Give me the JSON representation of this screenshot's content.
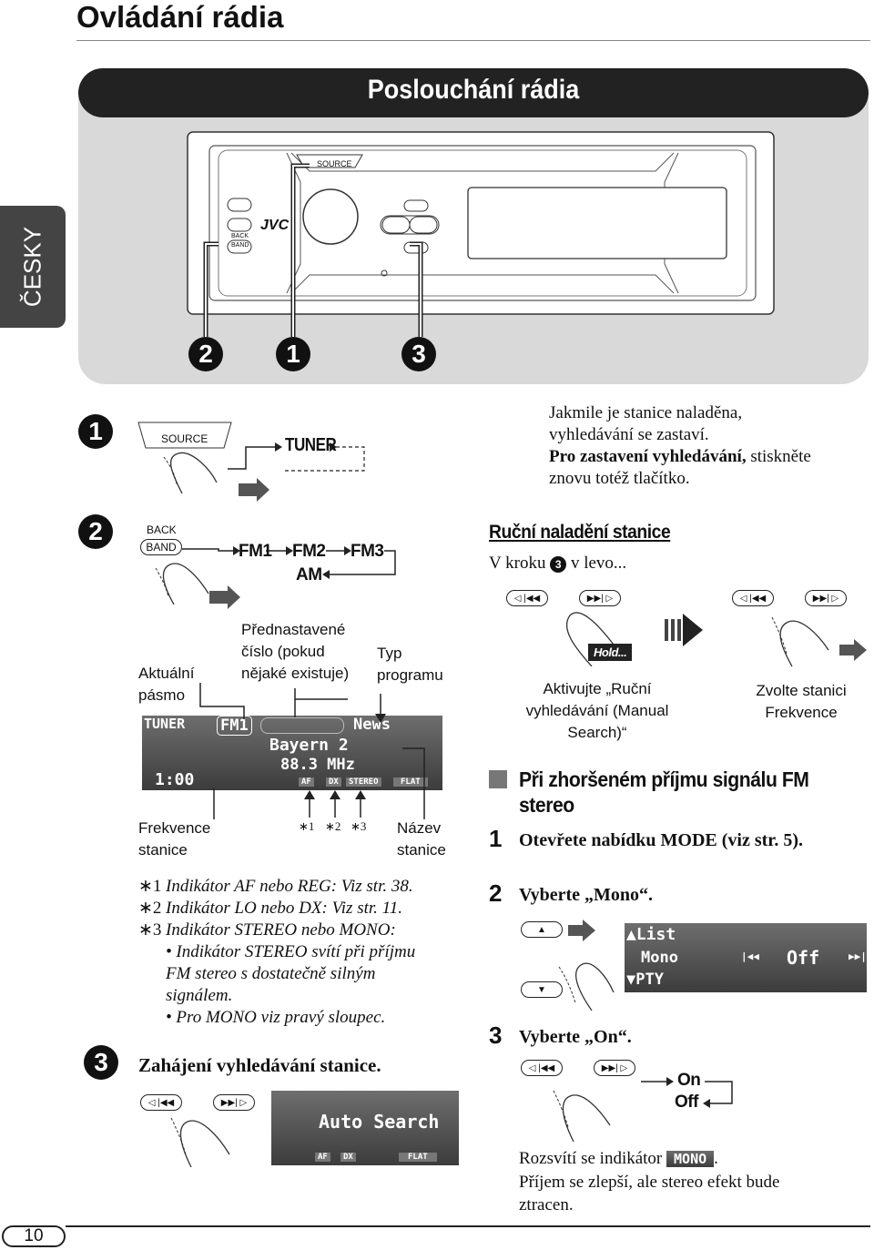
{
  "page": {
    "title": "Ovládání rádia",
    "number": "10",
    "language_tab": "ČESKY"
  },
  "banner": {
    "title": "Poslouchání rádia"
  },
  "device": {
    "source_label": "SOURCE",
    "back_label": "BACK",
    "band_label": "BAND",
    "brand": "JVC",
    "callouts": [
      "2",
      "1",
      "3"
    ]
  },
  "step1": {
    "number": "1",
    "source_label": "SOURCE",
    "tuner_label": "TUNER"
  },
  "step2": {
    "number": "2",
    "back_label": "BACK",
    "band_label": "BAND",
    "fm1": "FM1",
    "fm2": "FM2",
    "fm3": "FM3",
    "am": "AM"
  },
  "display": {
    "label_band": "Aktuální pásmo",
    "label_preset": "Přednastavené číslo (pokud nějaké existuje)",
    "label_pty": "Typ programu",
    "label_freq": "Frekvence stanice",
    "label_name": "Název stanice",
    "lcd_tuner": "TUNER",
    "lcd_band": "FM1",
    "lcd_pty": "News",
    "lcd_name": "Bayern 2",
    "lcd_freq": "88.3 MHz",
    "lcd_clock": "1:00",
    "lcd_af": "AF",
    "lcd_dx": "DX",
    "lcd_stereo": "STEREO",
    "lcd_flat": "FLAT",
    "marker1": "∗1",
    "marker2": "∗2",
    "marker3": "∗3"
  },
  "footnotes": [
    {
      "mark": "∗1",
      "text": "Indikátor AF nebo REG: Viz str. 38."
    },
    {
      "mark": "∗2",
      "text": "Indikátor LO nebo DX: Viz str. 11."
    },
    {
      "mark": "∗3",
      "text": "Indikátor STEREO nebo MONO:"
    }
  ],
  "footnote_bullets": [
    "• Indikátor STEREO svítí při příjmu FM stereo s dostatečně silným signálem.",
    "• Pro MONO viz pravý sloupec."
  ],
  "step3": {
    "number": "3",
    "heading": "Zahájení vyhledávání stanice.",
    "lcd_text": "Auto Search",
    "lcd_af": "AF",
    "lcd_dx": "DX",
    "lcd_flat": "FLAT"
  },
  "right": {
    "intro_line1": "Jakmile je stanice naladěna,",
    "intro_line2": "vyhledávání se zastaví.",
    "intro_bold": "Pro zastavení vyhledávání,",
    "intro_rest": " stiskněte",
    "intro_line4": "znovu totéž tlačítko.",
    "manual_heading": "Ruční naladění stanice",
    "manual_step_before": "V kroku ",
    "manual_step_num": "3",
    "manual_step_after": " v levo...",
    "hold_label": "Hold...",
    "activate_caption": "Aktivujte „Ruční vyhledávání (Manual Search)“",
    "select_caption": "Zvolte stanici Frekvence",
    "weak_heading": "Při zhoršeném příjmu signálu FM stereo",
    "steps": [
      {
        "num": "1",
        "text": "Otevřete nabídku MODE (viz str. 5)."
      },
      {
        "num": "2",
        "text": "Vyberte „Mono“."
      },
      {
        "num": "3",
        "text": "Vyberte „On“."
      }
    ],
    "menu_list": "List",
    "menu_mono": "Mono",
    "menu_off": "Off",
    "menu_pty": "PTY",
    "on_label": "On",
    "off_label": "Off",
    "result_before": "Rozsvítí se indikátor ",
    "mono_indicator": "MONO",
    "result_after": ".",
    "result_line2": "Příjem se zlepší, ale stereo efekt bude",
    "result_line3": "ztracen."
  },
  "colors": {
    "banner_bg": "#222222",
    "panel_bg": "#d9d9d9",
    "tab_bg": "#444444",
    "lcd_dark": "#3c3c3c"
  }
}
